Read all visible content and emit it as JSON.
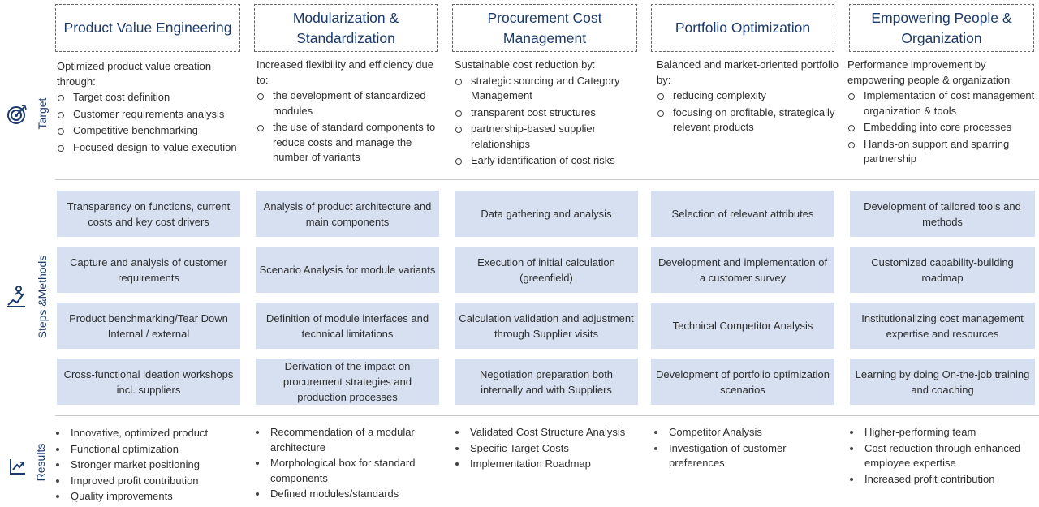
{
  "row_labels": {
    "target": "Target",
    "steps": "Steps &Methods",
    "results": "Results"
  },
  "columns": [
    {
      "title": "Product Value Engineering",
      "target_intro": "Optimized product value creation through:",
      "target_items": [
        "Target cost definition",
        "Customer requirements analysis",
        "Competitive benchmarking",
        "Focused design-to-value execution"
      ],
      "steps": [
        "Transparency on functions, current costs and key cost drivers",
        "Capture and analysis of customer requirements",
        "Product benchmarking/Tear Down Internal / external",
        "Cross-functional ideation workshops incl. suppliers"
      ],
      "results": [
        "Innovative, optimized product",
        "Functional optimization",
        "Stronger market positioning",
        "Improved profit contribution",
        "Quality improvements"
      ]
    },
    {
      "title": "Modularization & Standardization",
      "target_intro": "Increased flexibility and efficiency due to:",
      "target_items": [
        "the development of standardized modules",
        "the use of standard components to reduce costs and manage the number of variants"
      ],
      "steps": [
        "Analysis of product architecture and main components",
        "Scenario Analysis for module variants",
        "Definition of module interfaces and technical limitations",
        "Derivation of the impact on procurement strategies and production processes"
      ],
      "results": [
        "Recommendation of a modular architecture",
        "Morphological box for standard components",
        "Defined modules/standards"
      ]
    },
    {
      "title": "Procurement Cost Management",
      "target_intro": "Sustainable cost reduction by:",
      "target_items": [
        "strategic sourcing and Category Management",
        "transparent cost structures",
        "partnership-based supplier relationships",
        "Early identification of cost risks"
      ],
      "steps": [
        "Data gathering and analysis",
        "Execution of initial calculation (greenfield)",
        "Calculation validation and adjustment through Supplier visits",
        "Negotiation preparation both internally and with Suppliers"
      ],
      "results": [
        "Validated Cost Structure Analysis",
        "Specific Target Costs",
        "Implementation Roadmap"
      ]
    },
    {
      "title": "Portfolio Optimization",
      "target_intro": "Balanced and market-oriented portfolio by:",
      "target_items": [
        "reducing complexity",
        "focusing on profitable, strategically relevant products"
      ],
      "steps": [
        "Selection of relevant attributes",
        "Development and implementation of a customer survey",
        "Technical Competitor Analysis",
        "Development of portfolio optimization scenarios"
      ],
      "results": [
        "Competitor Analysis",
        "Investigation of customer preferences"
      ]
    },
    {
      "title": "Empowering People & Organization",
      "target_intro": "Performance improvement by empowering people & organization",
      "target_items": [
        "Implementation of cost management organization & tools",
        "Embedding into core processes",
        "Hands-on support and sparring partnership"
      ],
      "steps": [
        "Development of tailored tools and methods",
        "Customized capability-building roadmap",
        "Institutionalizing cost management expertise and resources",
        "Learning by doing On-the-job training and coaching"
      ],
      "results": [
        "Higher-performing team",
        "Cost reduction through enhanced employee expertise",
        "Increased profit contribution"
      ]
    }
  ]
}
